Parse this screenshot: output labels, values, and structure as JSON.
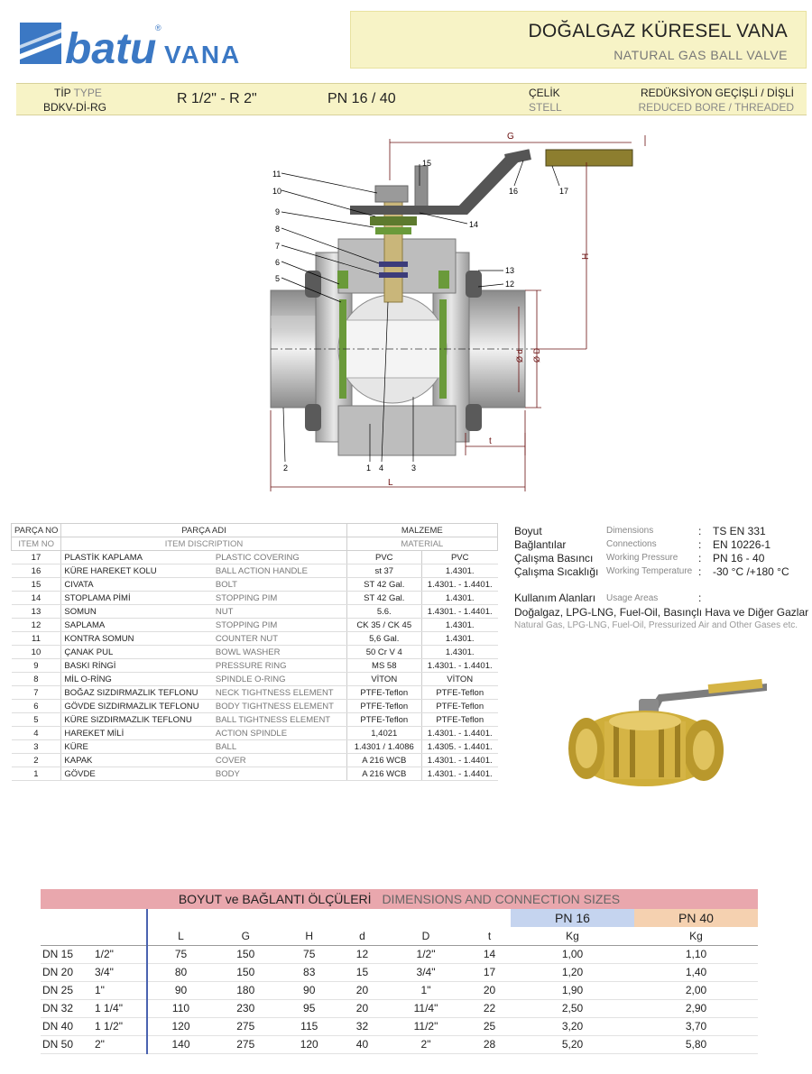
{
  "brand": {
    "logo_letter": "b",
    "name": "batu",
    "suffix": "VANA",
    "reg": "®"
  },
  "title": {
    "tr": "DOĞALGAZ KÜRESEL VANA",
    "en": "NATURAL GAS BALL VALVE"
  },
  "spec_bar": {
    "tip_label": "TİP",
    "type_label": "TYPE",
    "model": "BDKV-Dİ-RG",
    "size_range": "R 1/2\" - R 2\"",
    "pressure": "PN 16 / 40",
    "material_tr": "ÇELİK",
    "material_en": "STELL",
    "bore_tr": "REDÜKSİYON GEÇİŞLİ / DİŞLİ",
    "bore_en": "REDUCED BORE / THREADED"
  },
  "drawing": {
    "callouts": [
      "1",
      "2",
      "3",
      "4",
      "5",
      "6",
      "7",
      "8",
      "9",
      "10",
      "11",
      "12",
      "13",
      "14",
      "15",
      "16",
      "17"
    ],
    "dim_labels": {
      "G": "G",
      "H": "H",
      "L": "L",
      "t": "t",
      "d": "Ø d",
      "D": "Ø D"
    }
  },
  "parts": {
    "headers": {
      "no_tr": "PARÇA NO",
      "no_en": "ITEM NO",
      "name_tr": "PARÇA ADI",
      "name_en": "ITEM DISCRIPTION",
      "mat_tr": "MALZEME",
      "mat_en": "MATERIAL"
    },
    "rows": [
      {
        "no": "17",
        "tr": "PLASTİK KAPLAMA",
        "en": "PLASTIC COVERING",
        "m1": "PVC",
        "m2": "PVC"
      },
      {
        "no": "16",
        "tr": "KÜRE HAREKET KOLU",
        "en": "BALL ACTION HANDLE",
        "m1": "st 37",
        "m2": "1.4301."
      },
      {
        "no": "15",
        "tr": "CIVATA",
        "en": "BOLT",
        "m1": "ST 42 Gal.",
        "m2": "1.4301. - 1.4401."
      },
      {
        "no": "14",
        "tr": "STOPLAMA PİMİ",
        "en": "STOPPING PIM",
        "m1": "ST 42 Gal.",
        "m2": "1.4301."
      },
      {
        "no": "13",
        "tr": "SOMUN",
        "en": "NUT",
        "m1": "5.6.",
        "m2": "1.4301. - 1.4401."
      },
      {
        "no": "12",
        "tr": "SAPLAMA",
        "en": "STOPPING PIM",
        "m1": "CK 35 / CK 45",
        "m2": "1.4301."
      },
      {
        "no": "11",
        "tr": "KONTRA SOMUN",
        "en": "COUNTER NUT",
        "m1": "5,6 Gal.",
        "m2": "1.4301."
      },
      {
        "no": "10",
        "tr": "ÇANAK PUL",
        "en": "BOWL WASHER",
        "m1": "50 Cr V 4",
        "m2": "1.4301."
      },
      {
        "no": "9",
        "tr": "BASKI RİNGİ",
        "en": "PRESSURE RING",
        "m1": "MS 58",
        "m2": "1.4301. - 1.4401."
      },
      {
        "no": "8",
        "tr": "MİL O-RİNG",
        "en": "SPINDLE O-RING",
        "m1": "VİTON",
        "m2": "VİTON"
      },
      {
        "no": "7",
        "tr": "BOĞAZ SIZDIRMAZLIK TEFLONU",
        "en": "NECK TIGHTNESS ELEMENT",
        "m1": "PTFE-Teflon",
        "m2": "PTFE-Teflon"
      },
      {
        "no": "6",
        "tr": "GÖVDE SIZDIRMAZLIK TEFLONU",
        "en": "BODY TIGHTNESS ELEMENT",
        "m1": "PTFE-Teflon",
        "m2": "PTFE-Teflon"
      },
      {
        "no": "5",
        "tr": "KÜRE SIZDIRMAZLIK TEFLONU",
        "en": "BALL TIGHTNESS ELEMENT",
        "m1": "PTFE-Teflon",
        "m2": "PTFE-Teflon"
      },
      {
        "no": "4",
        "tr": "HAREKET MİLİ",
        "en": "ACTION SPINDLE",
        "m1": "1,4021",
        "m2": "1.4301. - 1.4401."
      },
      {
        "no": "3",
        "tr": "KÜRE",
        "en": "BALL",
        "m1": "1.4301 / 1.4086",
        "m2": "1.4305. - 1.4401."
      },
      {
        "no": "2",
        "tr": "KAPAK",
        "en": "COVER",
        "m1": "A 216 WCB",
        "m2": "1.4301. - 1.4401."
      },
      {
        "no": "1",
        "tr": "GÖVDE",
        "en": "BODY",
        "m1": "A 216 WCB",
        "m2": "1.4301. - 1.4401."
      }
    ]
  },
  "specs": [
    {
      "tr": "Boyut",
      "en": "Dimensions",
      "v": "TS EN 331"
    },
    {
      "tr": "Bağlantılar",
      "en": "Connections",
      "v": "EN 10226-1"
    },
    {
      "tr": "Çalışma Basıncı",
      "en": "Working Pressure",
      "v": "PN 16 - 40"
    },
    {
      "tr": "Çalışma Sıcaklığı",
      "en": "Working Temperature",
      "v": "-30 °C /+180 °C"
    }
  ],
  "usage": {
    "title_tr": "Kullanım Alanları",
    "title_en": "Usage Areas",
    "tr": "Doğalgaz, LPG-LNG, Fuel-Oil, Basınçlı Hava ve Diğer Gazlar",
    "en": "Natural Gas, LPG-LNG, Fuel-Oil, Pressurized Air and Other Gases etc."
  },
  "dimensions": {
    "title_tr": "BOYUT ve BAĞLANTI ÖLÇÜLERİ",
    "title_en": "DIMENSIONS AND CONNECTION SIZES",
    "pn16": "PN 16",
    "pn40": "PN 40",
    "columns": [
      "L",
      "G",
      "H",
      "d",
      "D",
      "t",
      "Kg",
      "Kg"
    ],
    "rows": [
      {
        "dn": "DN 15",
        "in": "1/2\"",
        "L": "75",
        "G": "150",
        "H": "75",
        "d": "12",
        "D": "1/2\"",
        "t": "14",
        "kg16": "1,00",
        "kg40": "1,10"
      },
      {
        "dn": "DN 20",
        "in": "3/4\"",
        "L": "80",
        "G": "150",
        "H": "83",
        "d": "15",
        "D": "3/4\"",
        "t": "17",
        "kg16": "1,20",
        "kg40": "1,40"
      },
      {
        "dn": "DN 25",
        "in": "1\"",
        "L": "90",
        "G": "180",
        "H": "90",
        "d": "20",
        "D": "1\"",
        "t": "20",
        "kg16": "1,90",
        "kg40": "2,00"
      },
      {
        "dn": "DN 32",
        "in": "1 1/4\"",
        "L": "110",
        "G": "230",
        "H": "95",
        "d": "20",
        "D": "11/4\"",
        "t": "22",
        "kg16": "2,50",
        "kg40": "2,90"
      },
      {
        "dn": "DN 40",
        "in": "1 1/2\"",
        "L": "120",
        "G": "275",
        "H": "115",
        "d": "32",
        "D": "11/2\"",
        "t": "25",
        "kg16": "3,20",
        "kg40": "3,70"
      },
      {
        "dn": "DN 50",
        "in": "2\"",
        "L": "140",
        "G": "275",
        "H": "120",
        "d": "40",
        "D": "2\"",
        "t": "28",
        "kg16": "5,20",
        "kg40": "5,80"
      }
    ]
  },
  "colors": {
    "logo_blue": "#3b78c4",
    "title_bg": "#f7f3c6",
    "dim_header": "#e9a7ad",
    "pn16_bg": "#c5d4ef",
    "pn40_bg": "#f5d1b0",
    "valve_yellow": "#d5b445"
  }
}
